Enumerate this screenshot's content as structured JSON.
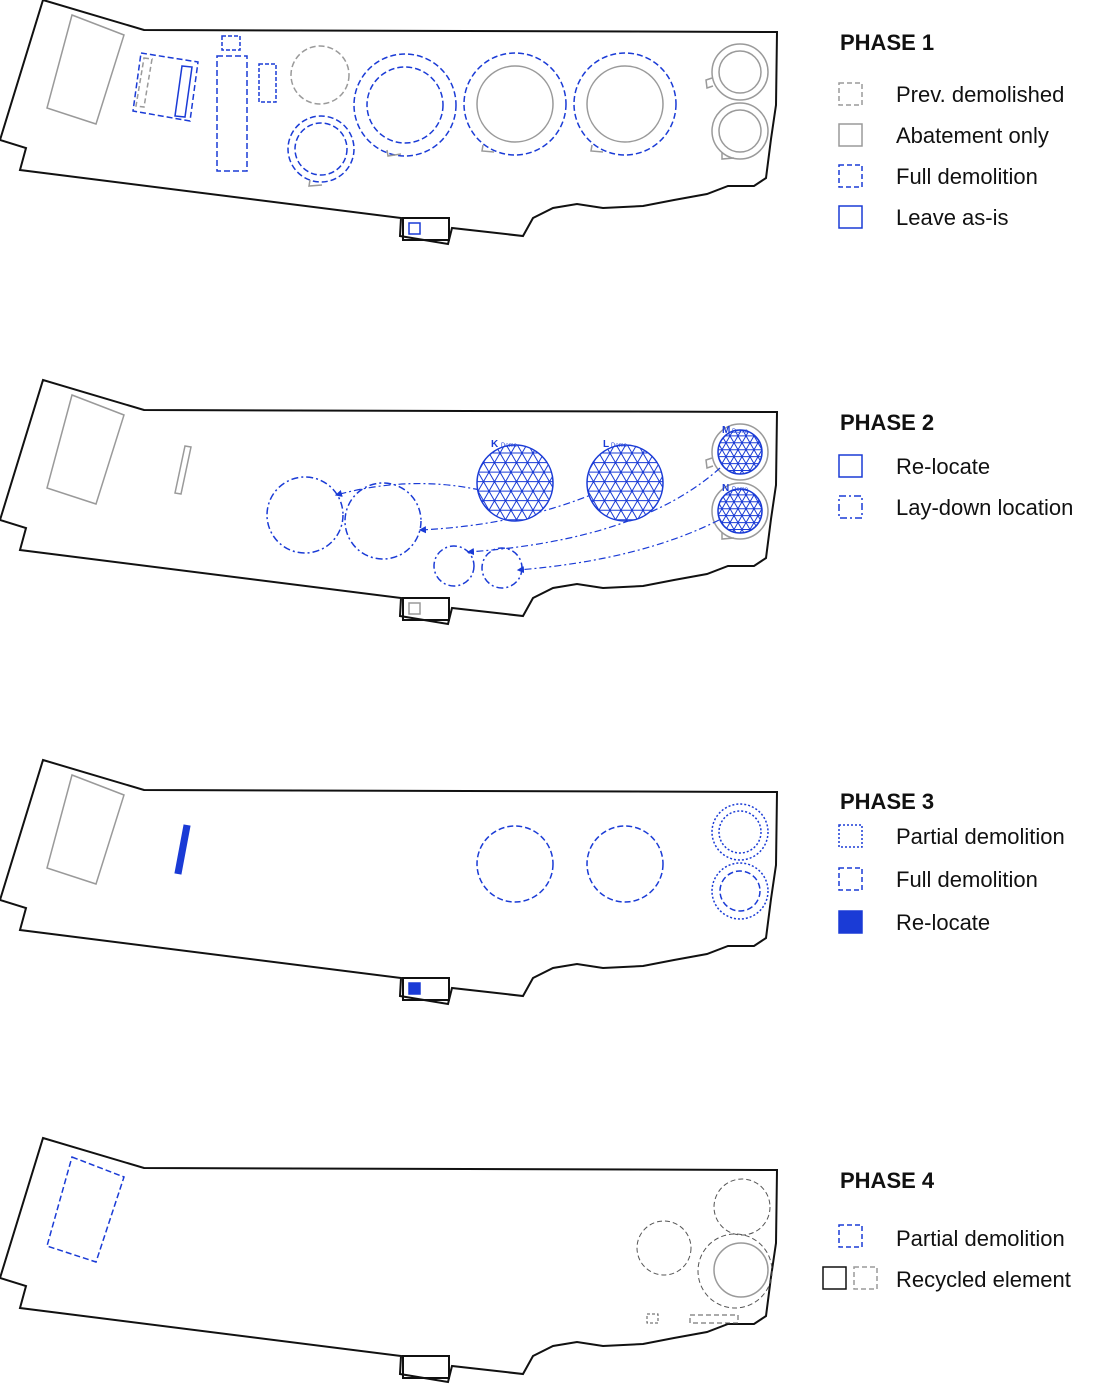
{
  "colors": {
    "blue": "#1a3bd6",
    "gray": "#9a9a9a",
    "black": "#111111"
  },
  "phases": [
    {
      "title": "PHASE 1",
      "legend": [
        {
          "label": "Prev. demolished",
          "symbol": "gray-dashed-square"
        },
        {
          "label": "Abatement only",
          "symbol": "gray-solid-square"
        },
        {
          "label": "Full demolition",
          "symbol": "blue-dashed-square"
        },
        {
          "label": "Leave as-is",
          "symbol": "blue-solid-square"
        }
      ]
    },
    {
      "title": "PHASE 2",
      "legend": [
        {
          "label": "Re-locate",
          "symbol": "blue-solid-square"
        },
        {
          "label": "Lay-down location",
          "symbol": "blue-dashdot-square"
        }
      ],
      "domes": [
        {
          "letter": "K",
          "word": "Dome"
        },
        {
          "letter": "L",
          "word": "Dome"
        },
        {
          "letter": "M",
          "word": "Dome"
        },
        {
          "letter": "N",
          "word": "Dome"
        }
      ]
    },
    {
      "title": "PHASE 3",
      "legend": [
        {
          "label": "Partial demolition",
          "symbol": "blue-dotted-square"
        },
        {
          "label": "Full demolition",
          "symbol": "blue-dashed-square"
        },
        {
          "label": "Re-locate",
          "symbol": "blue-filled-square"
        }
      ]
    },
    {
      "title": "PHASE 4",
      "legend": [
        {
          "label": "Partial demolition",
          "symbol": "blue-dashed-square"
        },
        {
          "label": "Recycled element",
          "symbol": "black-solid-and-gray-dashed-squares"
        }
      ]
    }
  ]
}
